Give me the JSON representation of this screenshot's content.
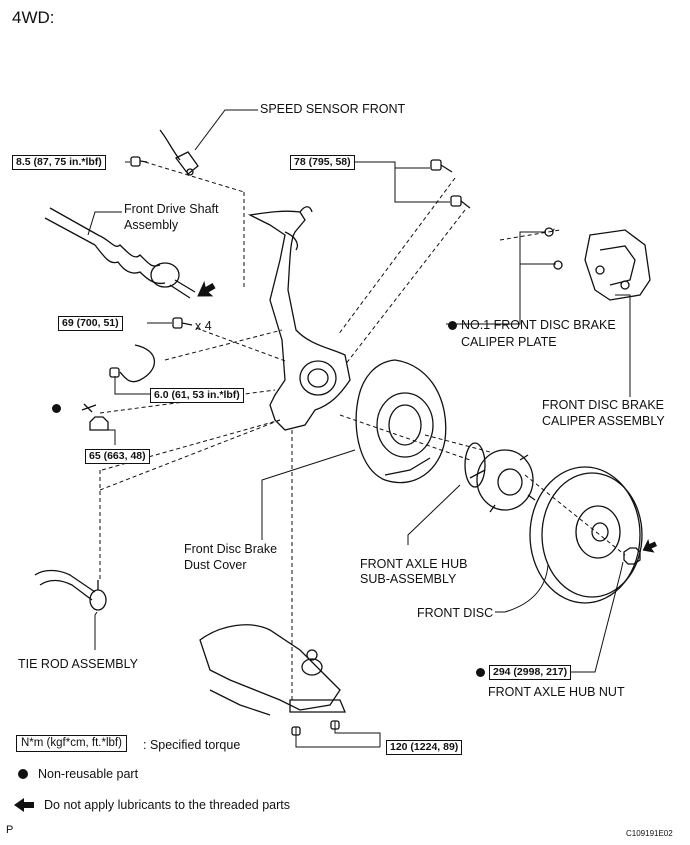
{
  "header": {
    "variant": "4WD:"
  },
  "labels": {
    "speed_sensor": "SPEED SENSOR FRONT",
    "drive_shaft_l1": "Front Drive Shaft",
    "drive_shaft_l2": "Assembly",
    "caliper_plate_l1": "NO.1 FRONT DISC BRAKE",
    "caliper_plate_l2": "CALIPER PLATE",
    "caliper_assy_l1": "FRONT DISC BRAKE",
    "caliper_assy_l2": "CALIPER ASSEMBLY",
    "dust_cover_l1": "Front Disc Brake",
    "dust_cover_l2": "Dust Cover",
    "axle_hub_l1": "FRONT AXLE HUB",
    "axle_hub_l2": "SUB-ASSEMBLY",
    "front_disc": "FRONT DISC",
    "tie_rod": "TIE ROD ASSEMBLY",
    "hub_nut": "FRONT AXLE HUB NUT",
    "qty_x4": "x 4"
  },
  "torques": {
    "t_8_5": "8.5 (87, 75 in.*lbf)",
    "t_78": "78 (795, 58)",
    "t_69": "69 (700, 51)",
    "t_6_0": "6.0 (61, 53 in.*lbf)",
    "t_65": "65 (663, 48)",
    "t_294": "294 (2998, 217)",
    "t_120": "120 (1224, 89)"
  },
  "legend": {
    "torque_box": "N*m (kgf*cm, ft.*lbf)",
    "torque_desc": ": Specified torque",
    "non_reusable": "Non-reusable part",
    "no_lubricant": "Do not apply lubricants to the threaded parts"
  },
  "footer": {
    "left_mark": "P",
    "figure_id": "C109191E02"
  }
}
